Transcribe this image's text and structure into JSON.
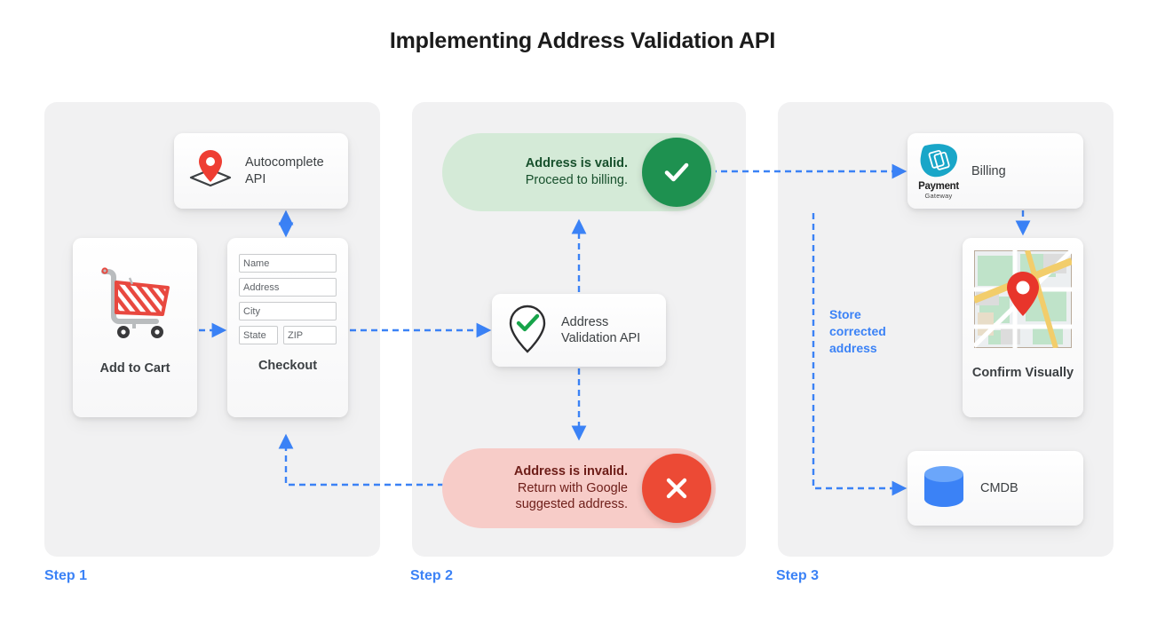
{
  "title": "Implementing Address Validation API",
  "colors": {
    "panel_bg": "#f1f1f2",
    "accent_blue": "#3b82f6",
    "valid_bg": "#d4ead7",
    "valid_circle": "#1e9150",
    "invalid_bg": "#f7ccc8",
    "invalid_circle": "#ec4a35",
    "pin_red": "#ee3e33",
    "cmdb_blue": "#3b82f6",
    "payment_cyan": "#19a6c8"
  },
  "steps": [
    {
      "label": "Step 1"
    },
    {
      "label": "Step 2"
    },
    {
      "label": "Step 3"
    }
  ],
  "step1": {
    "autocomplete": {
      "label": "Autocomplete API",
      "icon": "map-pin-diamond-icon"
    },
    "cart": {
      "caption": "Add to Cart",
      "icon": "shopping-cart-icon"
    },
    "checkout": {
      "caption": "Checkout",
      "fields": [
        "Name",
        "Address",
        "City"
      ],
      "field_state": "State",
      "field_zip": "ZIP"
    }
  },
  "step2": {
    "valid": {
      "title": "Address is valid.",
      "subtitle": "Proceed to billing.",
      "icon": "check-icon"
    },
    "invalid": {
      "title": "Address is invalid.",
      "line2": "Return with Google",
      "line3": "suggested address.",
      "icon": "close-x-icon"
    },
    "validation_api": {
      "label": "Address Validation API",
      "icon": "pin-check-icon"
    }
  },
  "step3": {
    "billing": {
      "label": "Billing",
      "logo_name": "Payment",
      "logo_sub": "Gateway",
      "icon": "payment-gateway-icon"
    },
    "confirm": {
      "caption": "Confirm Visually",
      "icon": "map-thumbnail-icon"
    },
    "cmdb": {
      "label": "CMDB",
      "icon": "database-cylinder-icon"
    },
    "store_note": "Store corrected address"
  }
}
